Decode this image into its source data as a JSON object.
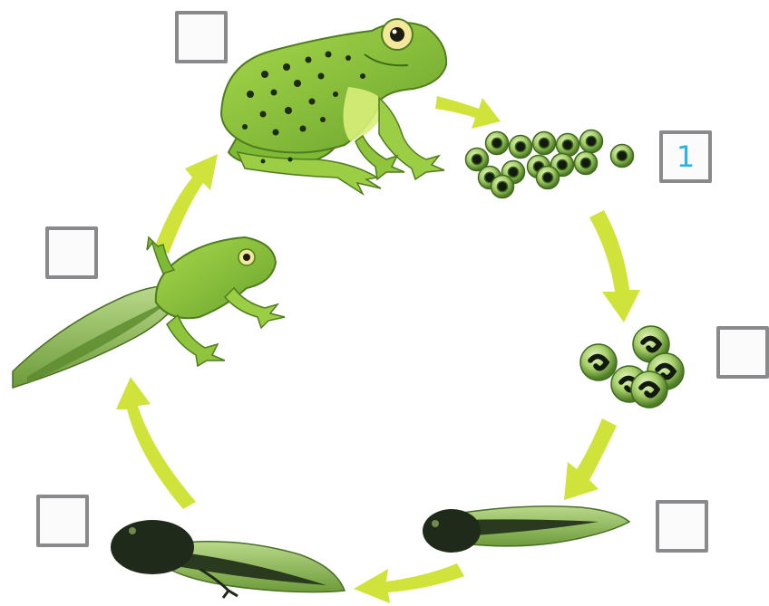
{
  "diagram": {
    "type": "frog-life-cycle",
    "stages": [
      {
        "name": "adult-frog",
        "box_label": ""
      },
      {
        "name": "frog-spawn",
        "box_label": "1"
      },
      {
        "name": "developing-eggs",
        "box_label": ""
      },
      {
        "name": "young-tadpole",
        "box_label": ""
      },
      {
        "name": "tadpole-with-legs",
        "box_label": ""
      },
      {
        "name": "froglet",
        "box_label": ""
      }
    ],
    "colors": {
      "arrow": "#cfe33b",
      "box_border": "#8a8a8c",
      "answer_text": "#2bb3e6",
      "frog_body": "#8bc63f",
      "frog_dark": "#5c9a24",
      "spot": "#1c2b12",
      "egg_jelly": "#a7cf6a",
      "tadpole_dark": "#1f2a1b"
    }
  }
}
